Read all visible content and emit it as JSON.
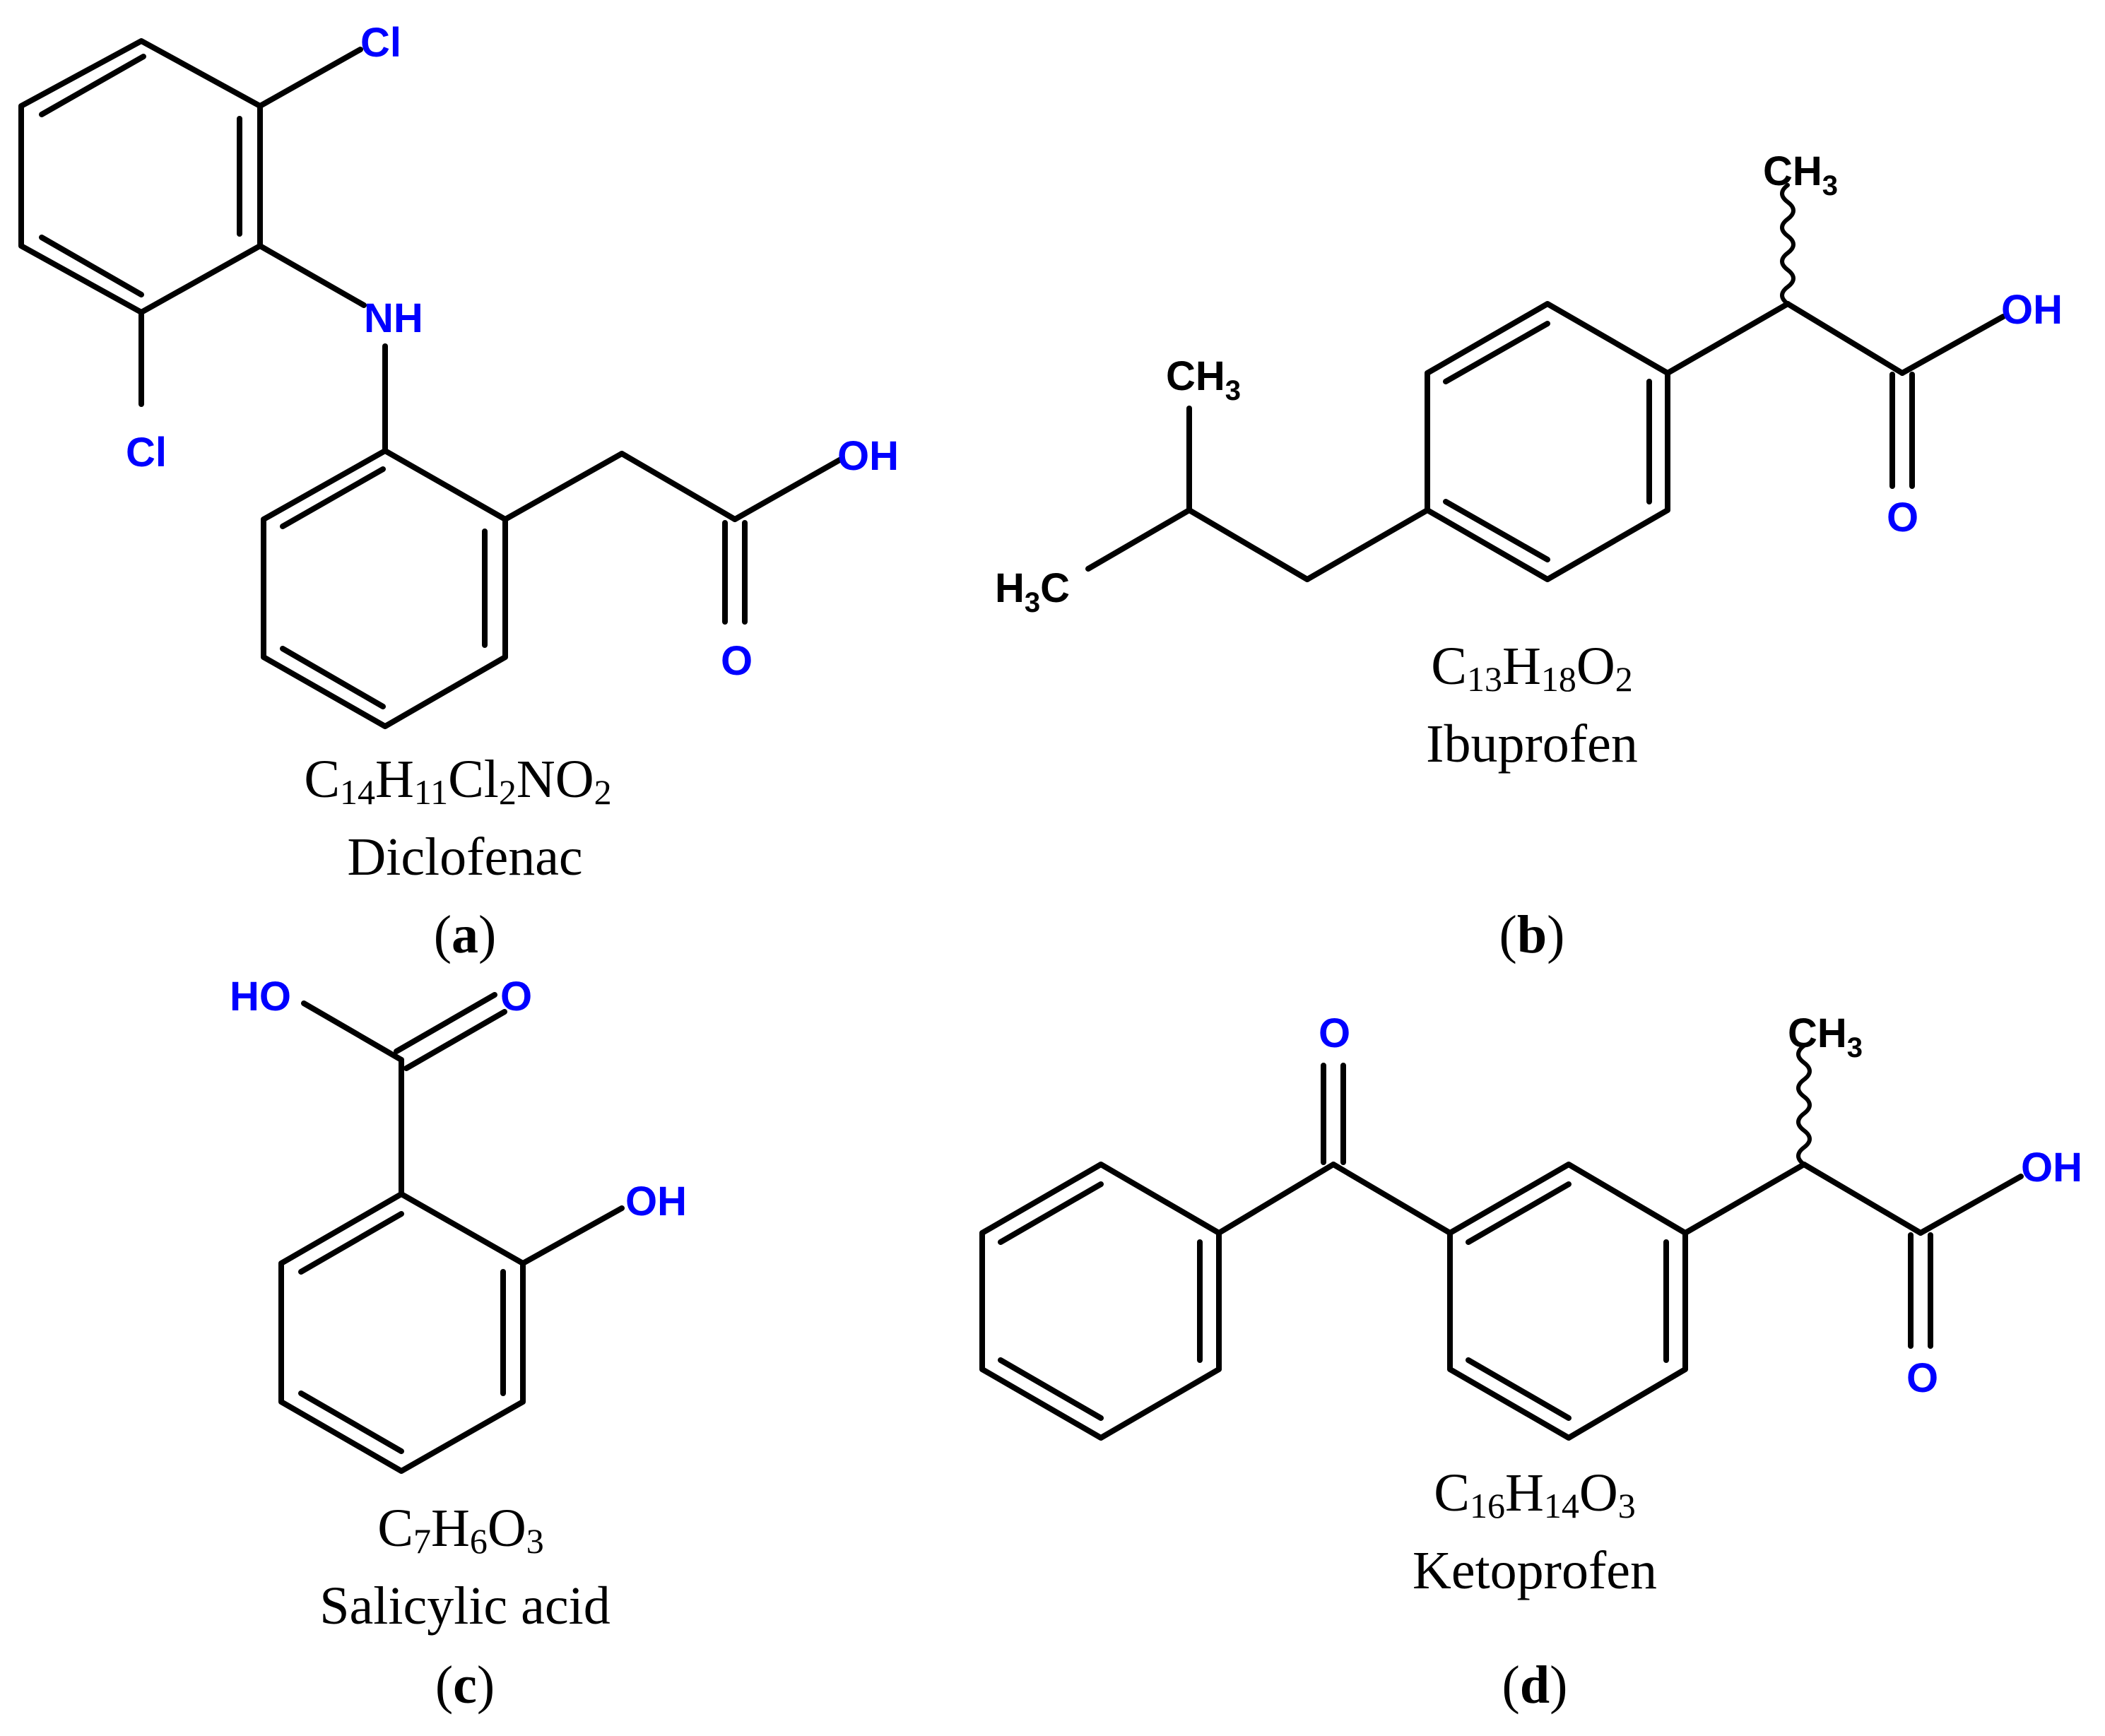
{
  "colors": {
    "heteroatom": "#0000ff",
    "bond": "#000000",
    "text": "#000000"
  },
  "panels": {
    "a": {
      "label": "a",
      "name": "Diclofenac",
      "formula": [
        {
          "t": "C",
          "sub": false
        },
        {
          "t": "14",
          "sub": true
        },
        {
          "t": "H",
          "sub": false
        },
        {
          "t": "11",
          "sub": true
        },
        {
          "t": "Cl",
          "sub": false
        },
        {
          "t": "2",
          "sub": true
        },
        {
          "t": "NO",
          "sub": false
        },
        {
          "t": "2",
          "sub": true
        }
      ],
      "atoms": {
        "cl_top": "Cl",
        "cl_bottom": "Cl",
        "nh": "NH",
        "oh": "OH",
        "o": "O"
      }
    },
    "b": {
      "label": "b",
      "name": "Ibuprofen",
      "formula": [
        {
          "t": "C",
          "sub": false
        },
        {
          "t": "13",
          "sub": true
        },
        {
          "t": "H",
          "sub": false
        },
        {
          "t": "18",
          "sub": true
        },
        {
          "t": "O",
          "sub": false
        },
        {
          "t": "2",
          "sub": true
        }
      ],
      "atoms": {
        "ch3_top": "CH",
        "ch3_top_sub": "3",
        "ch3_iso": "CH",
        "ch3_iso_sub": "3",
        "h3c_h": "H",
        "h3c_sub": "3",
        "h3c_c": "C",
        "oh": "OH",
        "o": "O"
      }
    },
    "c": {
      "label": "c",
      "name": "Salicylic acid",
      "formula": [
        {
          "t": "C",
          "sub": false
        },
        {
          "t": "7",
          "sub": true
        },
        {
          "t": "H",
          "sub": false
        },
        {
          "t": "6",
          "sub": true
        },
        {
          "t": "O",
          "sub": false
        },
        {
          "t": "3",
          "sub": true
        }
      ],
      "atoms": {
        "ho": "HO",
        "o": "O",
        "oh": "OH"
      }
    },
    "d": {
      "label": "d",
      "name": "Ketoprofen",
      "formula": [
        {
          "t": "C",
          "sub": false
        },
        {
          "t": "16",
          "sub": true
        },
        {
          "t": "H",
          "sub": false
        },
        {
          "t": "14",
          "sub": true
        },
        {
          "t": "O",
          "sub": false
        },
        {
          "t": "3",
          "sub": true
        }
      ],
      "atoms": {
        "o_keto": "O",
        "ch3": "CH",
        "ch3_sub": "3",
        "oh": "OH",
        "o": "O"
      }
    }
  }
}
